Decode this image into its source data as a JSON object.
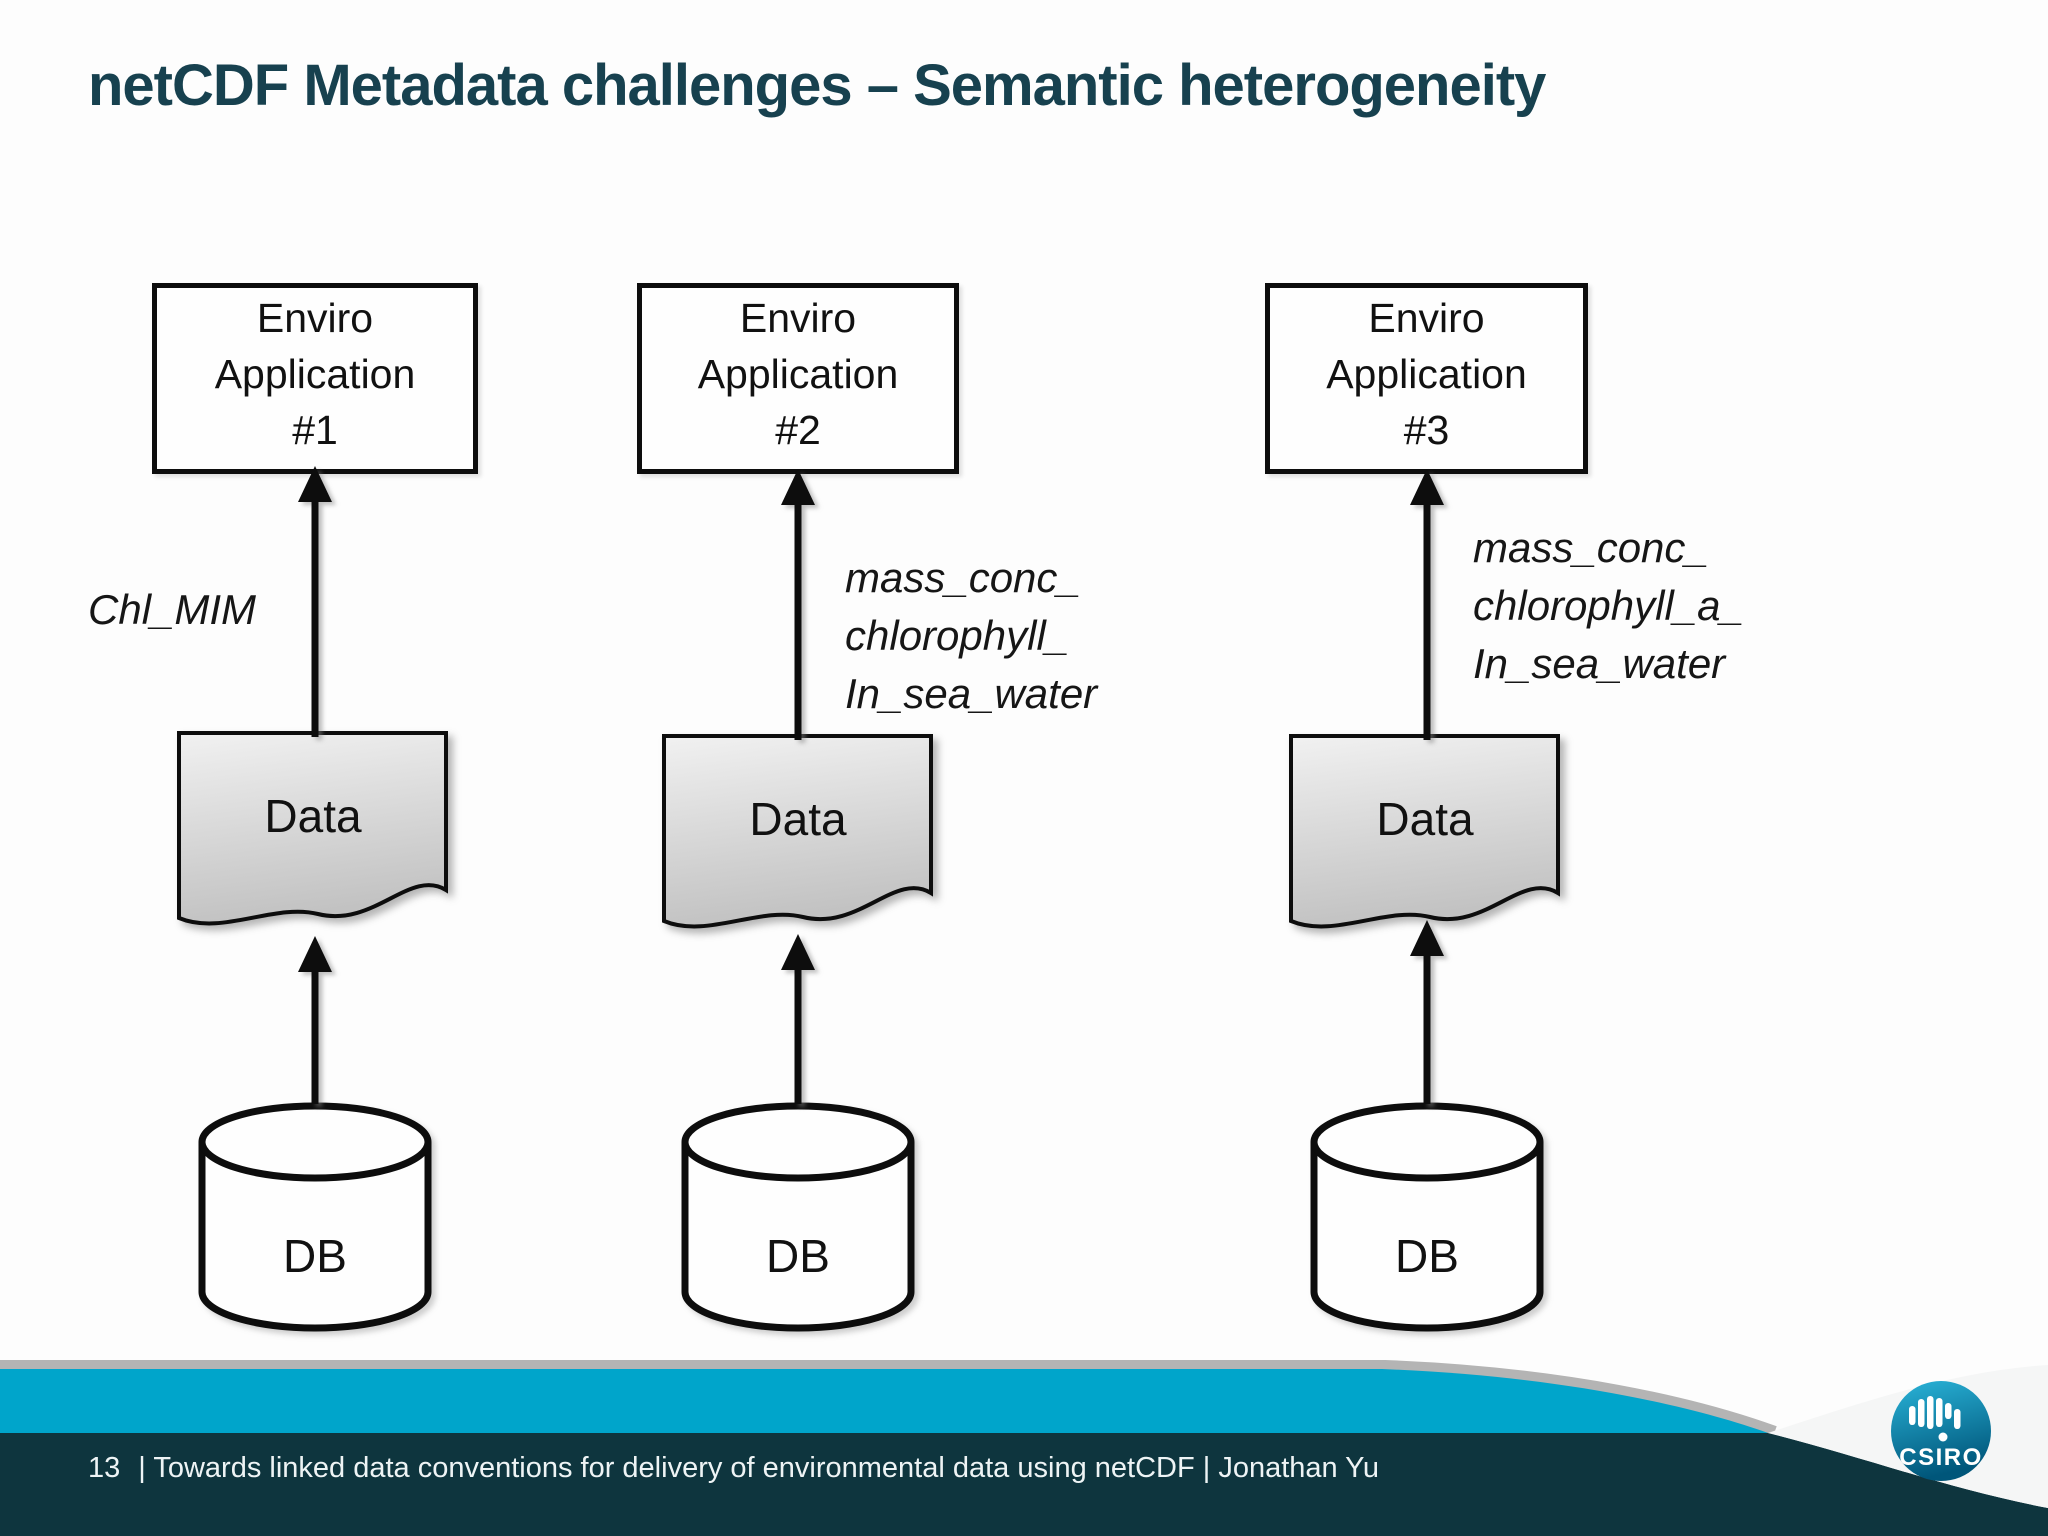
{
  "title": "netCDF Metadata challenges – Semantic heterogeneity",
  "columns": [
    {
      "app_lines": [
        "Enviro",
        "Application",
        "#1"
      ],
      "var_lines": [
        "Chl_MIM"
      ],
      "data_label": "Data",
      "db_label": "DB"
    },
    {
      "app_lines": [
        "Enviro",
        "Application",
        "#2"
      ],
      "var_lines": [
        "mass_conc_",
        "chlorophyll_",
        "In_sea_water"
      ],
      "data_label": "Data",
      "db_label": "DB"
    },
    {
      "app_lines": [
        "Enviro",
        "Application",
        "#3"
      ],
      "var_lines": [
        "mass_conc_",
        "chlorophyll_a_",
        "In_sea_water"
      ],
      "data_label": "Data",
      "db_label": "DB"
    }
  ],
  "footer": {
    "page_number": "13",
    "text": "| Towards linked data conventions for delivery of environmental data using netCDF | Jonathan Yu"
  },
  "logo": {
    "label": "CSIRO"
  },
  "colors": {
    "title": "#17414f",
    "accent_cyan": "#00a5cb",
    "band_dark": "#0e353e",
    "strip_gray": "#b4b4b4"
  }
}
